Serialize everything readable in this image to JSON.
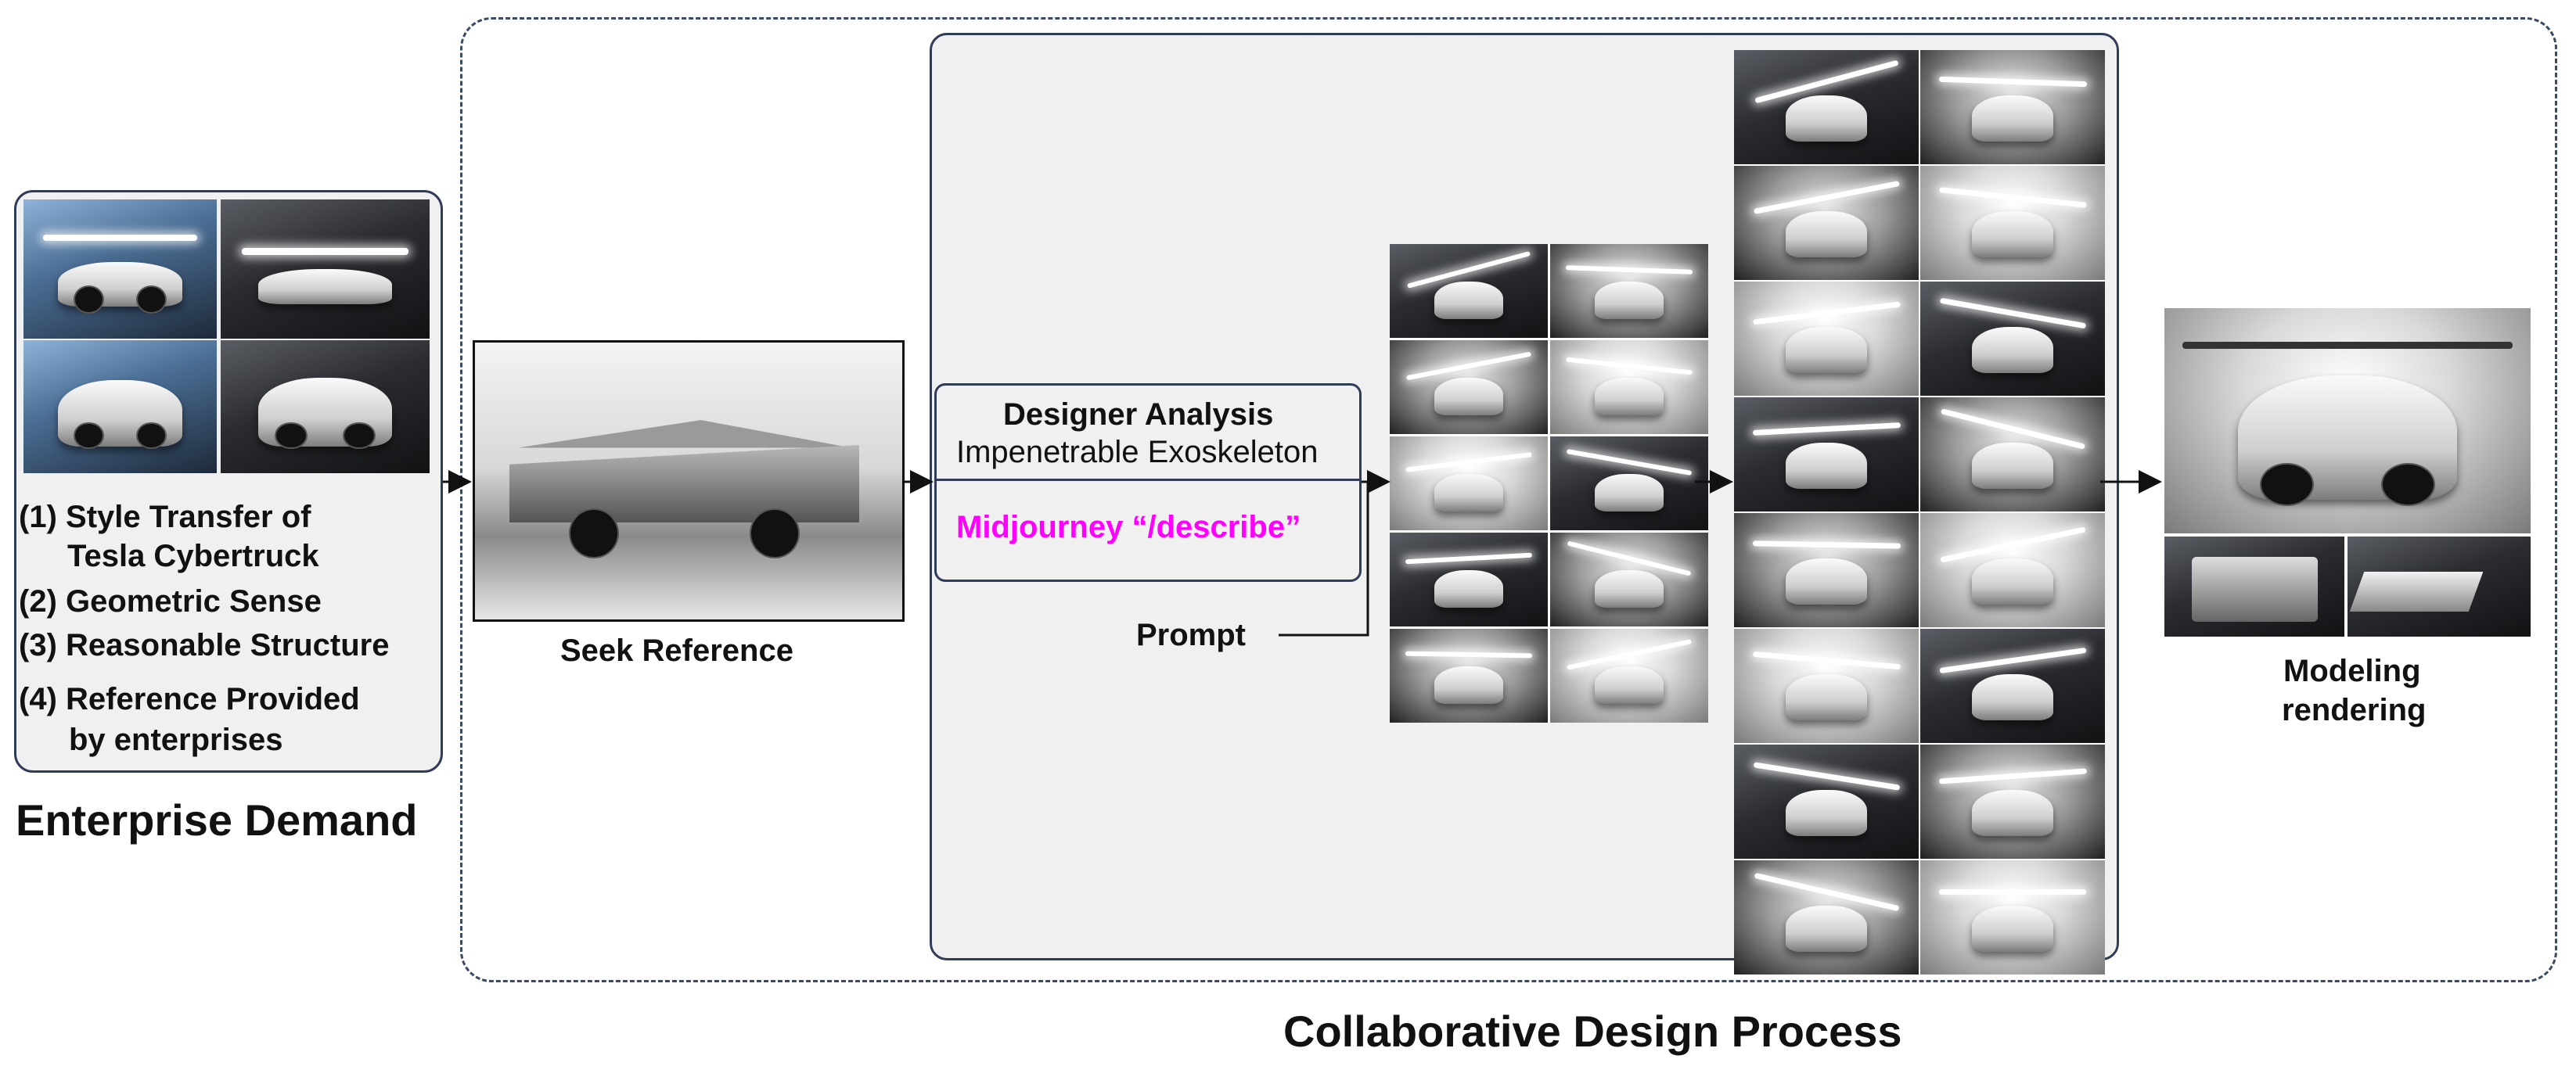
{
  "enterprise_demand": {
    "title": "Enterprise Demand",
    "items": [
      {
        "number": "(1)",
        "line1": "Style Transfer of",
        "line2": "Tesla Cybertruck"
      },
      {
        "number": "(2)",
        "line1": "Geometric Sense"
      },
      {
        "number": "(3)",
        "line1": "Reasonable Structure"
      },
      {
        "number": "(4)",
        "line1": "Reference Provided",
        "line2": "by enterprises"
      }
    ]
  },
  "seek_reference": {
    "label": "Seek Reference"
  },
  "designer_analysis": {
    "title": "Designer Analysis",
    "subtitle": "Impenetrable Exoskeleton",
    "describe_command": "Midjourney “/describe”",
    "describe_color": "#ff00ff"
  },
  "prompt": {
    "label": "Prompt"
  },
  "modeling": {
    "label_line1": "Modeling",
    "label_line2": "rendering"
  },
  "process": {
    "title": "Collaborative Design Process"
  },
  "colors": {
    "frame_border": "#2f3b57",
    "panel_fill": "#f0f0f0",
    "arrow": "#111111"
  }
}
